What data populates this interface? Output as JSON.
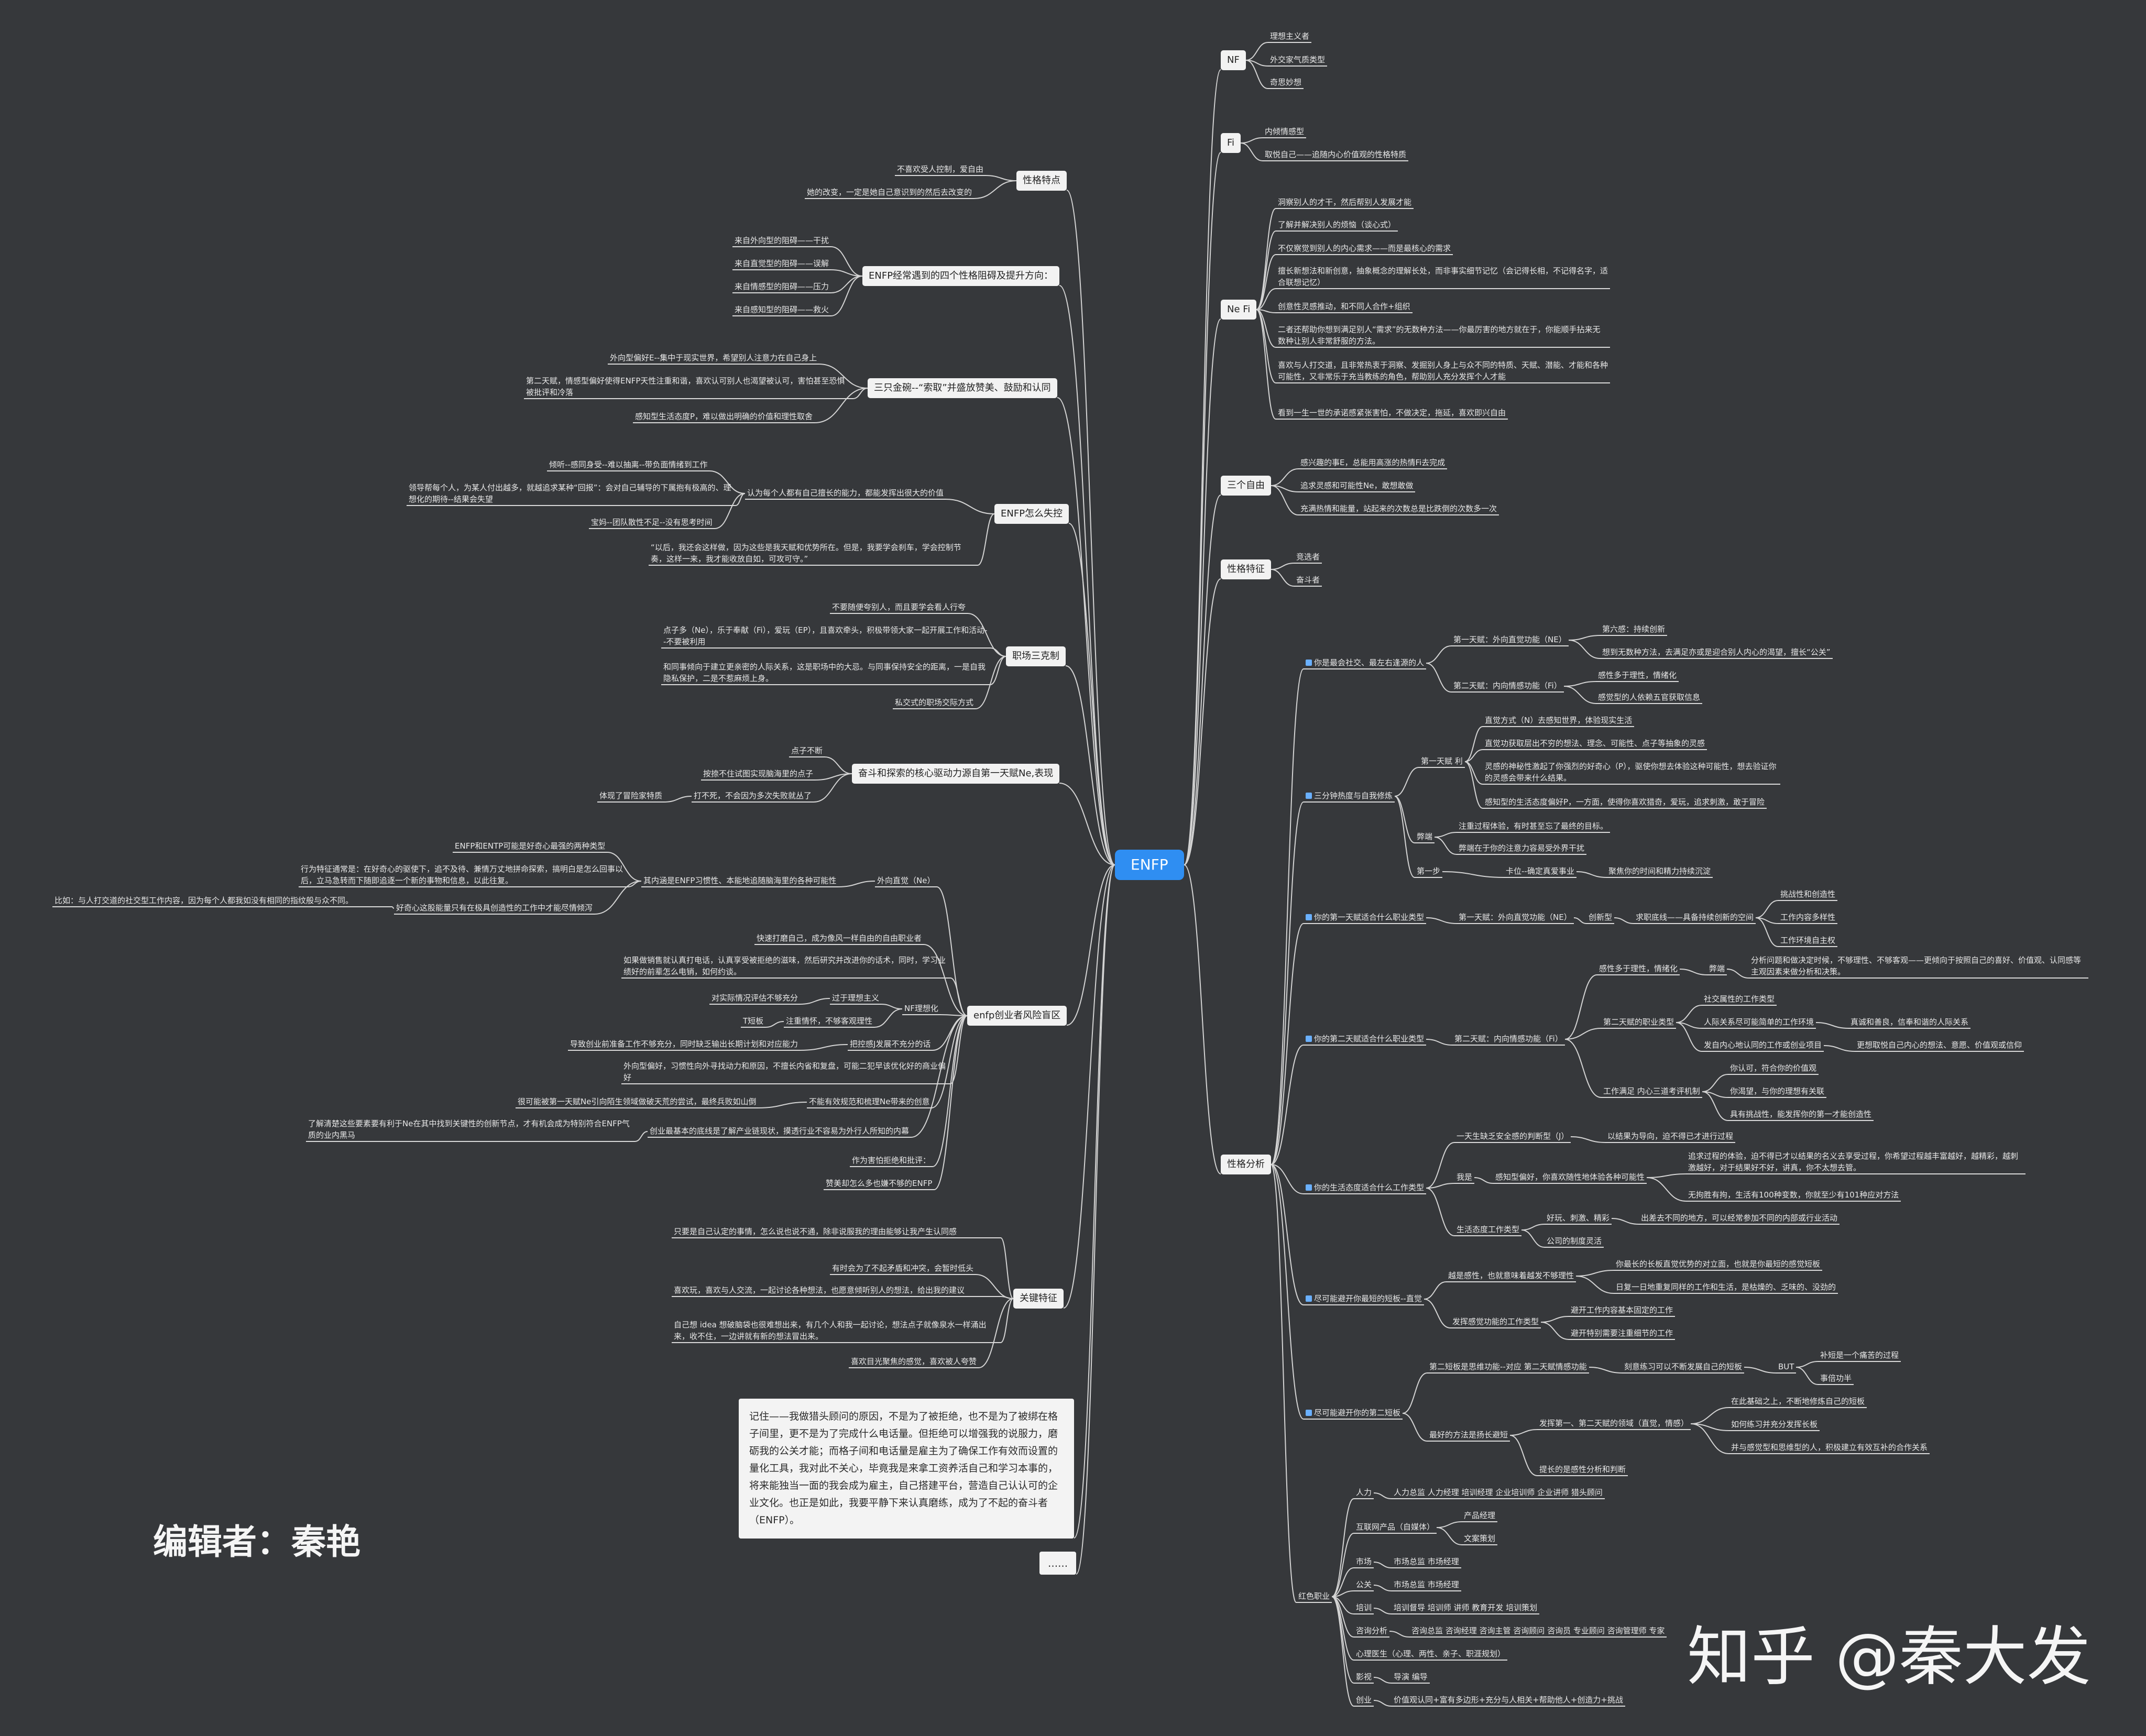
{
  "center": "ENFP",
  "editor": "编辑者：秦艳",
  "watermark": "知乎 @秦大发",
  "right": {
    "nf": {
      "label": "NF",
      "items": [
        "理想主义者",
        "外交家气质类型",
        "奇思妙想"
      ]
    },
    "fi": {
      "label": "Fi",
      "items": [
        "内倾情感型",
        "取悦自己——追随内心价值观的性格特质"
      ]
    },
    "nefi": {
      "label": "Ne Fi",
      "items": [
        "洞察别人的才干，然后帮别人发展才能",
        "了解并解决别人的烦恼（谈心式）",
        "不仅察觉到别人的内心需求——而是最核心的需求",
        "擅长新想法和新创意，抽象概念的理解长处，而非事实细节记忆（会记得长相，不记得名字，适合联想记忆）",
        "创意性灵感推动，和不同人合作+组织",
        "二者还帮助你想到满足别人“需求”的无数种方法——你最厉害的地方就在于，你能顺手拈来无数种让别人非常舒服的方法。",
        "喜欢与人打交道，且非常热衷于洞察、发掘别人身上与众不同的特质、天赋、潜能、才能和各种可能性，又非常乐于充当教练的角色，帮助别人充分发挥个人才能",
        "看到一生一世的承诺感紧张害怕，不做决定，拖延，喜欢即兴自由"
      ]
    },
    "three": {
      "label": "三个自由",
      "items": [
        "感兴趣的事E，总能用高涨的热情Fi去完成",
        "追求灵感和可能性Ne，敢想敢做",
        "充满热情和能量，站起来的次数总是比跌倒的次数多一次"
      ]
    },
    "traits": {
      "label": "性格特征",
      "items": [
        "竞选者",
        "奋斗者"
      ]
    },
    "analysis": {
      "label": "性格分析",
      "a1": {
        "label": "你是最会社交、最左右逢源的人",
        "n1": "第一天赋：外向直觉功能（NE）",
        "n1a": "第六感：持续创新",
        "n1b": "想到无数种方法，去满足亦或是迎合别人内心的渴望，擅长“公关”",
        "n2": "第二天赋：内向情感功能（Fi）",
        "n2a": "感性多于理性，情绪化",
        "n2b": "感觉型的人依赖五官获取信息"
      },
      "a2": {
        "label": "三分钟热度与自我修炼",
        "g1": "第一天赋 利",
        "g1items": [
          "直觉方式（N）去感知世界，体验现实生活",
          "直觉功获取层出不穷的想法、理念、可能性、点子等抽象的灵感",
          "灵感的神秘性激起了你强烈的好奇心（P），驱使你想去体验这种可能性，想去验证你的灵感会带来什么结果。",
          "感知型的生活态度偏好P，一方面，使得你喜欢猎奇，爱玩，追求刺激，敢于冒险"
        ],
        "g2": "弊端",
        "g2items": [
          "注重过程体验，有时甚至忘了最终的目标。",
          "弊端在于你的注意力容易受外界干扰"
        ],
        "g3": "第一步",
        "g3a": "卡位--确定真爱事业",
        "g3b": "聚焦你的时间和精力持续沉淀"
      },
      "a3": {
        "label": "你的第一天赋适合什么职业类型",
        "b1": "第一天赋：外向直觉功能（NE）",
        "b2": "创新型",
        "b3": "求职底线——具备持续创新的空间",
        "items": [
          "挑战性和创造性",
          "工作内容多样性",
          "工作环境自主权"
        ]
      },
      "a4": {
        "label": "你的第二天赋适合什么职业类型",
        "b1": "第二天赋：内向情感功能（Fi）",
        "c1": "感性多于理性，情绪化",
        "c1b": "弊端",
        "c1c": "分析问题和做决定时候，不够理性、不够客观——更倾向于按照自己的喜好、价值观、认同感等主观因素来做分析和决策。",
        "c2": "第二天赋的职业类型",
        "c2items": [
          "社交属性的工作类型",
          "人际关系尽可能简单的工作环境",
          "发自内心地认同的工作或创业项目"
        ],
        "c2b": "真诚和善良，信奉和谐的人际关系",
        "c2c": "更想取悦自己内心的想法、意愿、价值观或信仰",
        "c3": "工作满足 内心三道考评机制",
        "c3items": [
          "你认可，符合你的价值观",
          "你渴望，与你的理想有关联",
          "具有挑战性，能发挥你的第一才能创造性"
        ]
      },
      "a5": {
        "label": "你的生活态度适合什么工作类型",
        "d1": "一天生缺乏安全感的判断型（J）",
        "d1b": "以结果为导向，迫不得已才进行过程",
        "d2": "我是",
        "d2b": "感知型偏好，你喜欢随性地体验各种可能性",
        "d2items": [
          "追求过程的体验，迫不得已才以结果的名义去享受过程，你希望过程越丰富越好，越精彩，越刺激越好，对于结果好不好，讲真，你不太想去管。",
          "无拘胜有拘，生活有100种变数，你就至少有101种应对方法"
        ],
        "d3": "生活态度工作类型",
        "d3a": "好玩、刺激、精彩",
        "d3b": "出差去不同的地方，可以经常参加不同的内部或行业活动",
        "d3c": "公司的制度灵活"
      },
      "a6": {
        "label": "尽可能避开你最短的短板--直觉",
        "e1": "越是感性，也就意味着越发不够理性",
        "e1items": [
          "你最长的长板直觉优势的对立面，也就是你最短的感觉短板",
          "日复一日地重复同样的工作和生活，是枯燥的、乏味的、没劲的"
        ],
        "e2": "发挥感觉功能的工作类型",
        "e2items": [
          "避开工作内容基本固定的工作",
          "避开特别需要注重细节的工作"
        ]
      },
      "a7": {
        "label": "尽可能避开你的第二短板",
        "f1": "第二短板是思维功能--对应 第二天赋情感功能",
        "f1b": "刻意练习可以不断发展自己的短板",
        "f1c": "BUT",
        "f1items": [
          "补短是一个痛苦的过程",
          "事倍功半"
        ],
        "f2": "最好的方法是扬长避短",
        "f2b": "发挥第一、第二天赋的领域（直觉，情感）",
        "f2items": [
          "在此基础之上，不断地修炼自己的短板",
          "如何练习并充分发挥长板",
          "并与感觉型和思维型的人，积极建立有效互补的合作关系"
        ],
        "f3": "提长的是感性分析和判断"
      },
      "a8": {
        "label": "红色职业",
        "rows": [
          {
            "k": "人力",
            "v": "人力总监 人力经理 培训经理 企业培训师 企业讲师 猎头顾问"
          },
          {
            "k": "互联网产品（自媒体）",
            "v": "产品经理",
            "v2": "文案策划"
          },
          {
            "k": "市场",
            "v": "市场总监 市场经理"
          },
          {
            "k": "公关",
            "v": "市场总监 市场经理"
          },
          {
            "k": "培训",
            "v": "培训督导 培训师 讲师 教育开发 培训策划"
          },
          {
            "k": "咨询分析",
            "v": "咨询总监 咨询经理 咨询主管 咨询顾问 咨询员 专业顾问 咨询管理师 专家"
          },
          {
            "k": "心理医生（心理、两性、亲子、职涯规划）",
            "v": ""
          },
          {
            "k": "影视",
            "v": "导演 编导"
          },
          {
            "k": "创业",
            "v": "价值观认同+富有多边形+充分与人相关+帮助他人+创造力+挑战"
          }
        ]
      }
    }
  },
  "left": {
    "b1": {
      "label": "性格特点",
      "items": [
        "不喜欢受人控制，爱自由",
        "她的改变，一定是她自己意识到的然后去改变的"
      ]
    },
    "b2": {
      "label": "ENFP经常遇到的四个性格阻碍及提升方向：",
      "items": [
        "来自外向型的阻碍——干扰",
        "来自直觉型的阻碍——误解",
        "来自情感型的阻碍——压力",
        "来自感知型的阻碍——救火"
      ]
    },
    "b3": {
      "label": "三只金碗--“索取”并盛放赞美、鼓励和认同",
      "items": [
        "外向型偏好E--集中于现实世界，希望别人注意力在自己身上",
        "第二天赋，情感型偏好使得ENFP天性注重和谐，喜欢认可别人也渴望被认可，害怕甚至恐惧被批评和冷落",
        "感知型生活态度P，难以做出明确的价值和理性取舍"
      ]
    },
    "b4": {
      "label": "ENFP怎么失控",
      "mid": "认为每个人都有自己擅长的能力，都能发挥出很大的价值",
      "items": [
        "倾听--感同身受--难以抽离--带负面情绪到工作",
        "领导帮每个人，为某人付出越多，就越追求某种“回报”：会对自己辅导的下属抱有极高的、理想化的期待--结果会失望",
        "宝妈--团队散性不足--没有思考时间"
      ],
      "quote": "“以后，我还会这样做，因为这些是我天赋和优势所在。但是，我要学会刹车，学会控制节奏，这样一来，我才能收放自如，可攻可守。”"
    },
    "b5": {
      "label": "职场三克制",
      "items": [
        "不要随便夸别人，而且要学会看人行夸",
        "点子多（Ne），乐于奉献（Fi），爱玩（EP），且喜欢牵头，积极带领大家一起开展工作和活动--不要被利用",
        "和同事倾向于建立更亲密的人际关系，这是职场中的大忌。与同事保持安全的距离，一是自我隐私保护，二是不惹麻烦上身。",
        "私交式的职场交际方式"
      ]
    },
    "b6": {
      "label": "奋斗和探索的核心驱动力源自第一天赋Ne,表现",
      "items": [
        "点子不断",
        "按捺不住试图实现脑海里的点子",
        "打不死，不会因为多次失败就丛了"
      ],
      "extra": "体现了冒险家特质"
    },
    "b7": {
      "label": "enfp创业者风险盲区",
      "ne": "外向直觉（Ne）",
      "ne_mid": "其内涵是ENFP习惯性、本能地追随脑海里的各种可能性",
      "ne_items": [
        "ENFP和ENTP可能是好奇心最强的两种类型",
        "行为特征通常是：在好奇心的驱使下，追不及待、兼情万丈地拼命探索，搞明白是怎么回事以后，立马急转而下随即追逐一个新的事物和信息，以此往复。",
        "好奇心这股能量只有在极具创造性的工作中才能尽情倾泻"
      ],
      "ne_far": "比如：与人打交道的社交型工作内容，因为每个人都我如没有相同的指纹般与众不同。",
      "items": [
        "快速打磨自己，成为像风一样自由的自由职业者",
        "如果做销售就认真打电话，认真享受被拒绝的滋味，然后研究并改进你的话术，同时，学习业绩好的前辈怎么电销，如何约谈。"
      ],
      "nf": "NF理想化",
      "nf_items": [
        "对实际情况评估不够充分",
        "过于理想主义",
        "T短板",
        "注重情怀，不够客观理性"
      ],
      "items2": [
        "导致创业前准备工作不够充分，同时缺乏输出长期计划和对应能力",
        "把控感J发展不充分的话",
        "外向型偏好，习惯性向外寻找动力和原因，不擅长内省和复盘，可能二犯早该优化好的商业偏好",
        "很可能被第一天赋Ne引向陌生领域做破天荒的尝试，最终兵败如山倒",
        "不能有效规范和梳理Ne带来的创意",
        "了解清楚这些要素要有利于Ne在其中找到关键性的创新节点，才有机会成为特别符合ENFP气质的业内黑马",
        "创业最基本的底线是了解产业链现状，摸透行业不容易为外行人所知的内幕",
        "作为害怕拒绝和批评：",
        "赞美却怎么多也嫌不够的ENFP"
      ]
    },
    "b8": {
      "label": "关键特征",
      "items": [
        "只要是自己认定的事情，怎么说也说不通，除非说服我的理由能够让我产生认同感",
        "有时会为了不起矛盾和冲突，会暂时低头",
        "喜欢玩，喜欢与人交流，一起讨论各种想法，也愿意倾听别人的想法，给出我的建议",
        "自己想 idea 想破脑袋也很难想出来，有几个人和我一起讨论，想法点子就像泉水一样涌出来，收不住，一边讲就有新的想法冒出来。",
        "喜欢目光聚焦的感觉，喜欢被人夸赞"
      ]
    },
    "note": "记住——我做猎头顾问的原因，不是为了被拒绝，也不是为了被绑在格子间里，更不是为了完成什么电话量。但拒绝可以增强我的说服力，磨砺我的公关才能；而格子间和电话量是雇主为了确保工作有效而设置的量化工具，我对此不关心，毕竟我是来拿工资养活自己和学习本事的，将来能独当一面的我会成为雇主，自己搭建平台，营造自己认认可的企业文化。也正是如此，我要平静下来认真磨练，成为了不起的奋斗者（ENFP）。",
    "dots": "......"
  }
}
